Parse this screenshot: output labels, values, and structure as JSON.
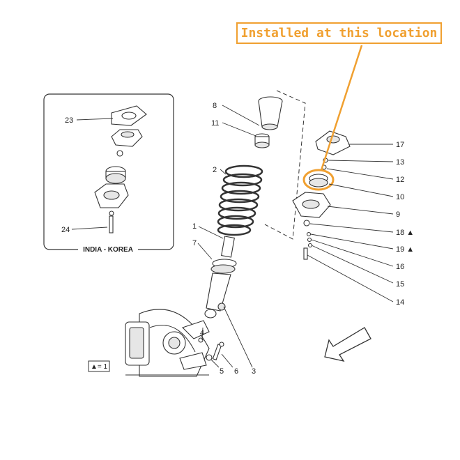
{
  "callout": {
    "text": "Installed at this location",
    "color": "#f0a030"
  },
  "inset": {
    "label": "INDIA - KOREA"
  },
  "legend": {
    "text": "▲= 1"
  },
  "parts": {
    "p1": "1",
    "p2": "2",
    "p3": "3",
    "p4": "4",
    "p5": "5",
    "p6": "6",
    "p7": "7",
    "p8": "8",
    "p9": "9",
    "p10": "10",
    "p11": "11",
    "p12": "12",
    "p13": "13",
    "p14": "14",
    "p15": "15",
    "p16": "16",
    "p17": "17",
    "p18": "18 ▲",
    "p19": "19 ▲",
    "p23": "23",
    "p24": "24"
  }
}
